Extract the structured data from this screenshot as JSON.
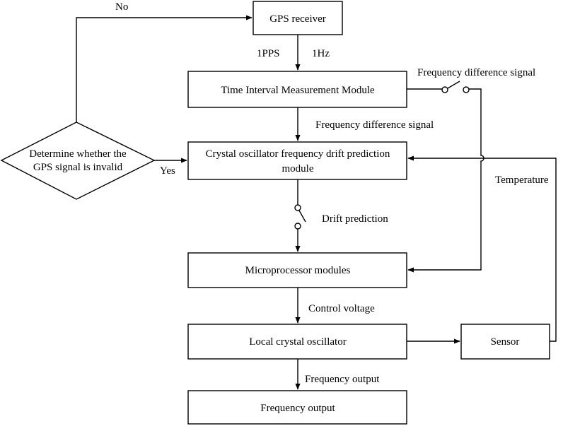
{
  "nodes": {
    "gps_receiver": "GPS receiver",
    "time_interval": "Time Interval Measurement Module",
    "crystal_prediction_line1": "Crystal oscillator frequency drift prediction",
    "crystal_prediction_line2": "module",
    "microprocessor": "Microprocessor modules",
    "local_oscillator": "Local crystal oscillator",
    "frequency_output": "Frequency output",
    "sensor": "Sensor",
    "decision_line1": "Determine whether the",
    "decision_line2": "GPS signal is invalid"
  },
  "edge_labels": {
    "no": "No",
    "yes": "Yes",
    "pps": "1PPS",
    "hz": "1Hz",
    "freq_diff_right": "Frequency difference signal",
    "freq_diff_mid": "Frequency difference signal",
    "drift_prediction": "Drift prediction",
    "temperature": "Temperature",
    "control_voltage": "Control voltage",
    "frequency_output_edge": "Frequency output"
  }
}
